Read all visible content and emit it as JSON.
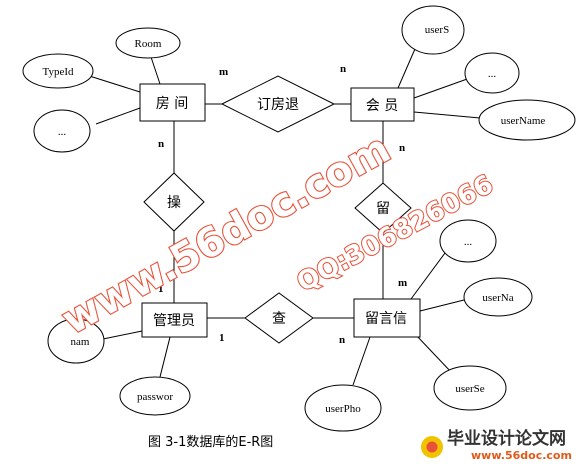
{
  "diagram": {
    "entities": {
      "room": "房 间",
      "member": "会 员",
      "admin": "管理员",
      "message": "留言信"
    },
    "relationships": {
      "booking": "订房退",
      "operate": "操",
      "leave": "留",
      "check": "查"
    },
    "attributes": {
      "room_no": "Room",
      "type_id": "TypeId",
      "room_more": "...",
      "user_s_top": "userS",
      "member_more": "...",
      "user_name": "userName",
      "admin_name": "nam",
      "admin_password": "passwor",
      "msg_more": "...",
      "msg_user_na": "userNa",
      "msg_user_se": "userSe",
      "msg_user_pho": "userPho"
    },
    "cardinalities": {
      "room_booking": "m",
      "member_booking": "n",
      "room_operate": "n",
      "admin_operate": "1",
      "member_leave": "n",
      "message_leave": "m",
      "admin_check": "1",
      "message_check": "n"
    },
    "caption": "图 3-1数据库的E-R图"
  },
  "watermark": {
    "site": "www.56doc.com",
    "qq": "QQ:306826066",
    "logo_text": "毕业设计论文网",
    "logo_url": "www.56doc.com"
  }
}
